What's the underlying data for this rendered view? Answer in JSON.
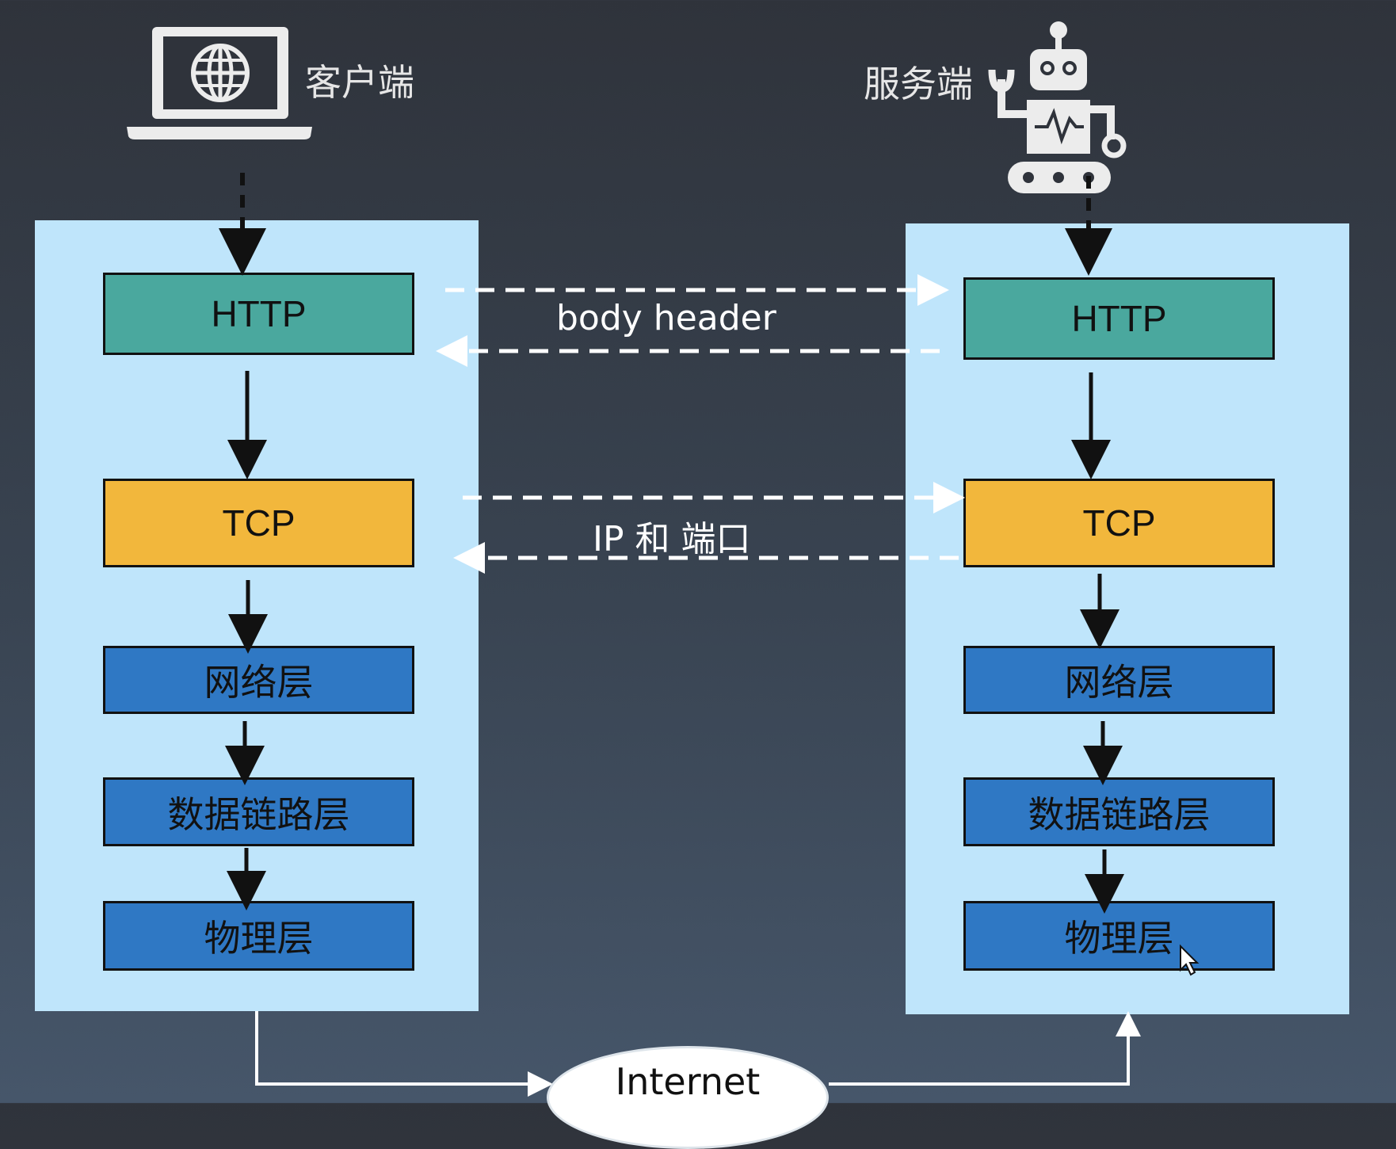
{
  "client": {
    "label": "客户端",
    "icon": "laptop-globe-icon",
    "layers": [
      "HTTP",
      "TCP",
      "网络层",
      "数据链路层",
      "物理层"
    ]
  },
  "server": {
    "label": "服务端",
    "icon": "robot-icon",
    "layers": [
      "HTTP",
      "TCP",
      "网络层",
      "数据链路层",
      "物理层"
    ]
  },
  "exchanges": {
    "http": "body header",
    "tcp": "IP 和 端口"
  },
  "network": {
    "label": "Internet"
  },
  "colors": {
    "panel": "#bfe5fb",
    "http": "#4aa89e",
    "tcp": "#f2b73c",
    "lower_layers": "#2f78c4"
  }
}
